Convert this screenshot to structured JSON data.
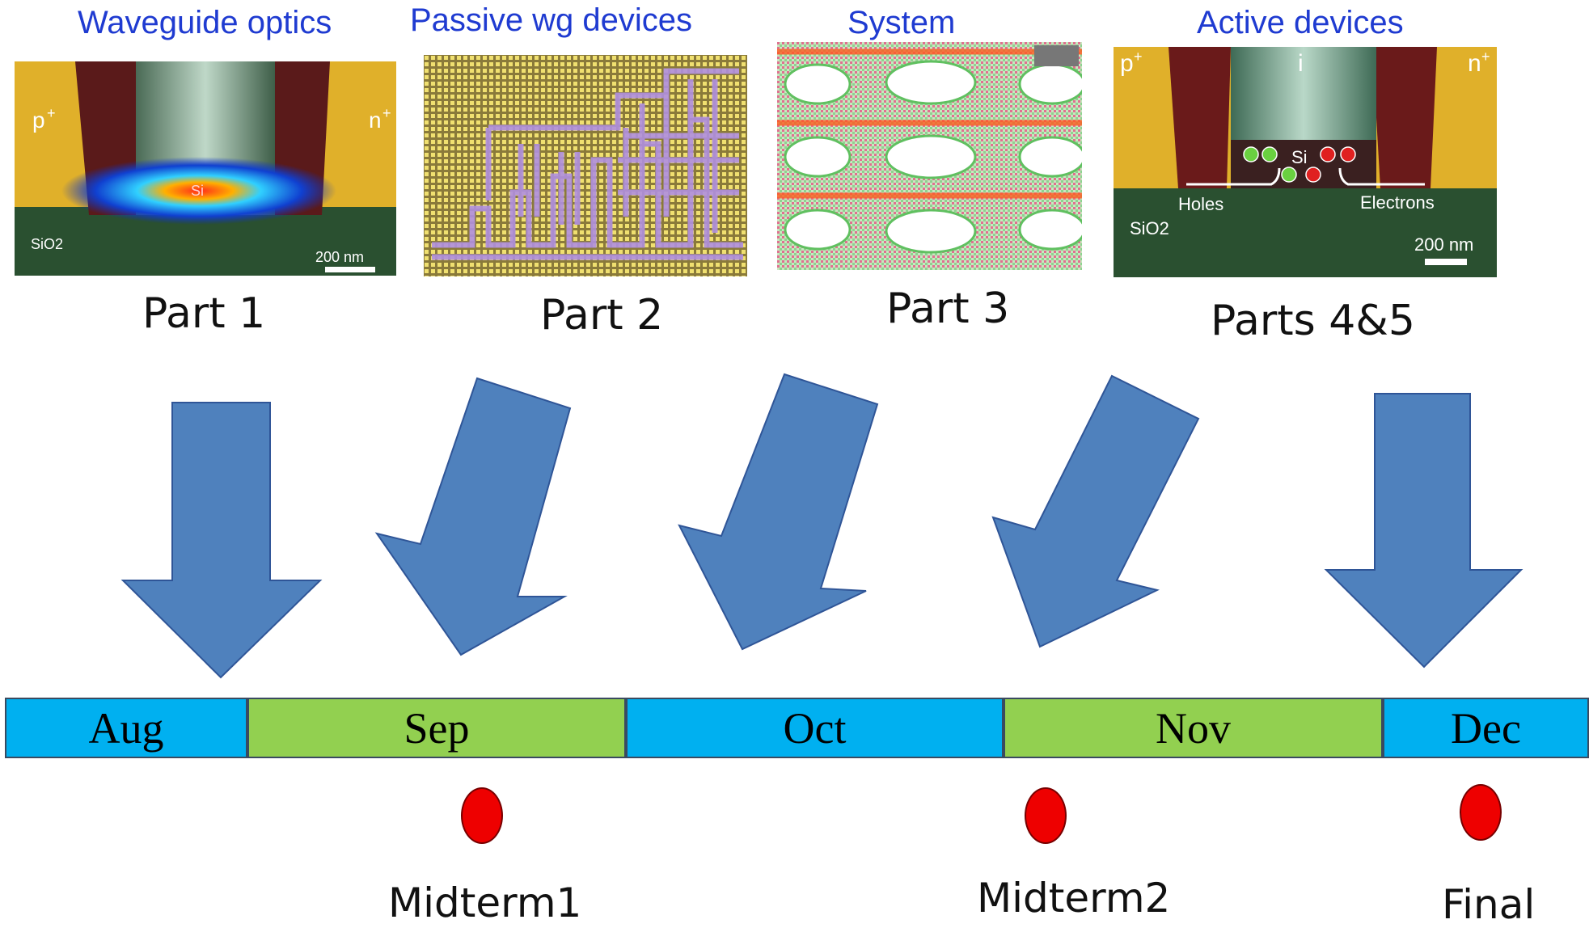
{
  "topics": [
    {
      "title": "Waveguide optics",
      "part": "Part 1"
    },
    {
      "title": "Passive wg devices",
      "part": "Part 2"
    },
    {
      "title": "System",
      "part": "Part 3"
    },
    {
      "title": "Active devices",
      "part": "Parts 4&5"
    }
  ],
  "panel_labels": {
    "p1_p": "p",
    "p1_n": "n",
    "p1_plus": "+",
    "p1_si": "Si",
    "p1_sio2": "SiO2",
    "p1_scale": "200 nm",
    "p4_p": "p",
    "p4_i": "i",
    "p4_n": "n",
    "p4_plus": "+",
    "p4_si": "Si",
    "p4_holes": "Holes",
    "p4_electrons": "Electrons",
    "p4_sio2": "SiO2",
    "p4_scale": "200 nm"
  },
  "timeline": {
    "months": [
      {
        "label": "Aug",
        "color": "#00b0f0"
      },
      {
        "label": "Sep",
        "color": "#92d050"
      },
      {
        "label": "Oct",
        "color": "#00b0f0"
      },
      {
        "label": "Nov",
        "color": "#92d050"
      },
      {
        "label": "Dec",
        "color": "#00b0f0"
      }
    ]
  },
  "exams": [
    "Midterm1",
    "Midterm2",
    "Final"
  ],
  "colors": {
    "arrow": "#4f81bd",
    "title": "#1f3bd1",
    "exam_dot": "#ee0000"
  }
}
